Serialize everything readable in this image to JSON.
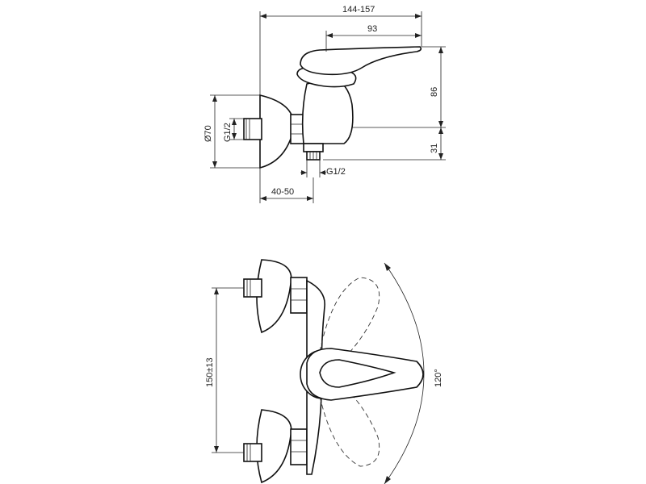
{
  "side_view": {
    "total_length": "144-157",
    "lever_length": "93",
    "height_upper": "86",
    "height_lower": "31",
    "rosette_diameter": "Ø70",
    "inlet_thread": "G1/2",
    "outlet_thread": "G1/2",
    "wall_offset": "40-50"
  },
  "front_view": {
    "inlet_spacing": "150±13",
    "lever_rotation": "120°"
  }
}
